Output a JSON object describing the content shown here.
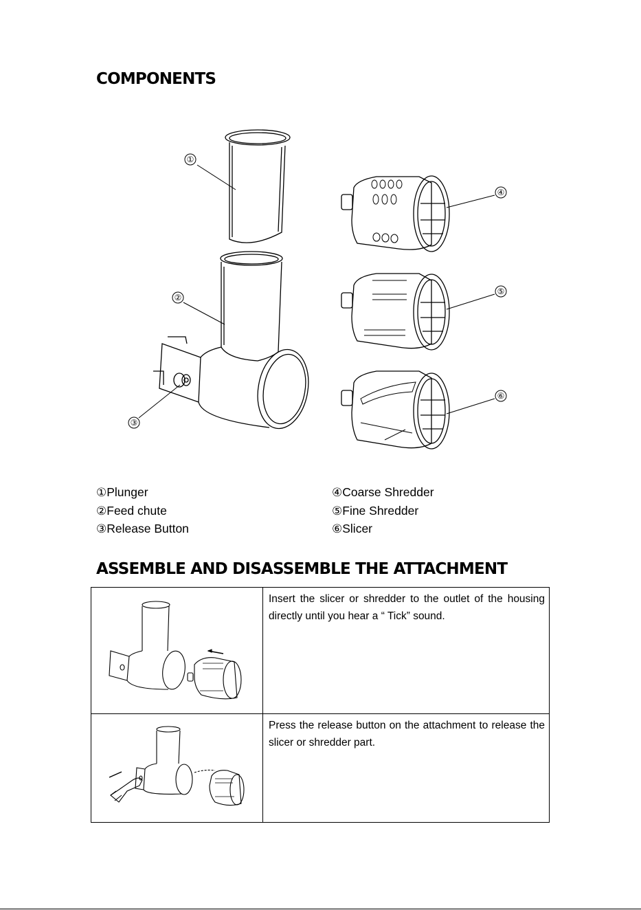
{
  "headings": {
    "components": "COMPONENTS",
    "assemble": "ASSEMBLE AND DISASSEMBLE THE ATTACHMENT"
  },
  "callouts": [
    "①",
    "②",
    "③",
    "④",
    "⑤",
    "⑥"
  ],
  "components": [
    {
      "marker": "①",
      "label": "Plunger"
    },
    {
      "marker": "②",
      "label": "Feed chute"
    },
    {
      "marker": "③",
      "label": "Release Button"
    },
    {
      "marker": "④",
      "label": "Coarse Shredder"
    },
    {
      "marker": "⑤",
      "label": "Fine Shredder"
    },
    {
      "marker": "⑥",
      "label": "Slicer"
    }
  ],
  "steps": [
    {
      "text": "Insert the slicer or shredder to the outlet of the housing directly until you hear a “ Tick” sound."
    },
    {
      "text": "Press the release button on the attachment to release the slicer or shredder part."
    }
  ],
  "colors": {
    "ink": "#000000",
    "background": "#ffffff"
  }
}
